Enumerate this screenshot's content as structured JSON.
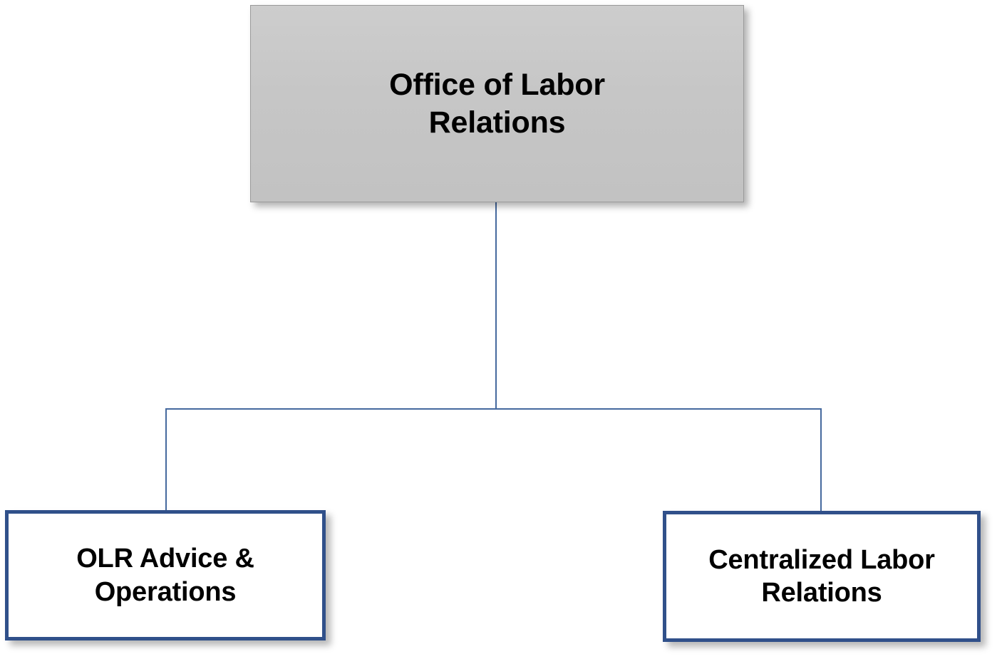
{
  "diagram": {
    "type": "organization-chart",
    "orientation": "top-down",
    "background_color": "#ffffff",
    "nodes": {
      "root": {
        "label": "Office of Labor Relations",
        "fill_color": "#c6c6c6",
        "border_color": "#9a9a9a",
        "text_color": "#000000"
      },
      "child_left": {
        "label": "OLR Advice & Operations",
        "fill_color": "#ffffff",
        "border_color": "#30508a",
        "text_color": "#000000"
      },
      "child_right": {
        "label": "Centralized Labor Relations",
        "fill_color": "#ffffff",
        "border_color": "#30508a",
        "text_color": "#000000"
      }
    },
    "connectors": {
      "line_color": "#45699e",
      "edges": [
        {
          "from": "root",
          "to": "child_left"
        },
        {
          "from": "root",
          "to": "child_right"
        }
      ]
    }
  }
}
